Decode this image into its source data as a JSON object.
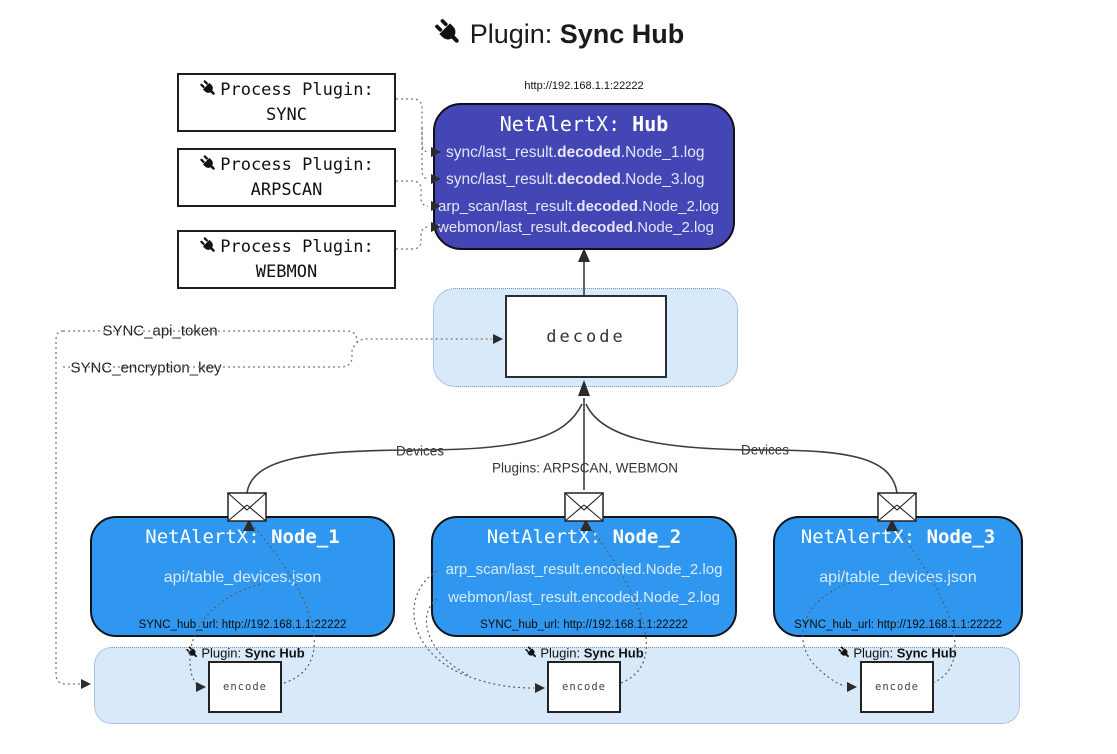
{
  "title": {
    "label": "Plugin:",
    "name": "Sync Hub"
  },
  "hub": {
    "url": "http://192.168.1.1:22222",
    "title_label": "NetAlertX:",
    "title_name": "Hub",
    "logs": [
      {
        "pre": "sync/last_result.",
        "bold": "decoded",
        "post": ".Node_1.log"
      },
      {
        "pre": "sync/last_result.",
        "bold": "decoded",
        "post": ".Node_3.log"
      },
      {
        "pre": "arp_scan/last_result.",
        "bold": "decoded",
        "post": ".Node_2.log"
      },
      {
        "pre": "webmon/last_result.",
        "bold": "decoded",
        "post": ".Node_2.log"
      }
    ]
  },
  "process_plugins": [
    {
      "label": "Process Plugin:",
      "name": "SYNC"
    },
    {
      "label": "Process Plugin:",
      "name": "ARPSCAN"
    },
    {
      "label": "Process Plugin:",
      "name": "WEBMON"
    }
  ],
  "decode": {
    "label": "decode"
  },
  "secrets": {
    "api_token": "SYNC_api_token",
    "encryption_key": "SYNC_encryption_key"
  },
  "edge_labels": {
    "devices_left": "Devices",
    "plugins_center": "Plugins: ARPSCAN, WEBMON",
    "devices_right": "Devices"
  },
  "nodes": [
    {
      "title_label": "NetAlertX:",
      "title_name": "Node_1",
      "lines": [
        "api/table_devices.json"
      ],
      "hub_url": "SYNC_hub_url: http://192.168.1.1:22222"
    },
    {
      "title_label": "NetAlertX:",
      "title_name": "Node_2",
      "lines": [
        "arp_scan/last_result.encoded.Node_2.log",
        "webmon/last_result.encoded.Node_2.log"
      ],
      "hub_url": "SYNC_hub_url: http://192.168.1.1:22222"
    },
    {
      "title_label": "NetAlertX:",
      "title_name": "Node_3",
      "lines": [
        "api/table_devices.json"
      ],
      "hub_url": "SYNC_hub_url: http://192.168.1.1:22222"
    }
  ],
  "encoders": [
    {
      "plugin_label": "Plugin:",
      "plugin_name": "Sync Hub",
      "box_label": "encode"
    },
    {
      "plugin_label": "Plugin:",
      "plugin_name": "Sync Hub",
      "box_label": "encode"
    },
    {
      "plugin_label": "Plugin:",
      "plugin_name": "Sync Hub",
      "box_label": "encode"
    }
  ],
  "colors": {
    "hub_fill": "#4446b5",
    "node_fill": "#2f97ef",
    "container_fill": "#d8e9fa",
    "container_border": "#7d9bbf",
    "line": "#3d3d3d",
    "dotted": "#7a7a7a"
  }
}
